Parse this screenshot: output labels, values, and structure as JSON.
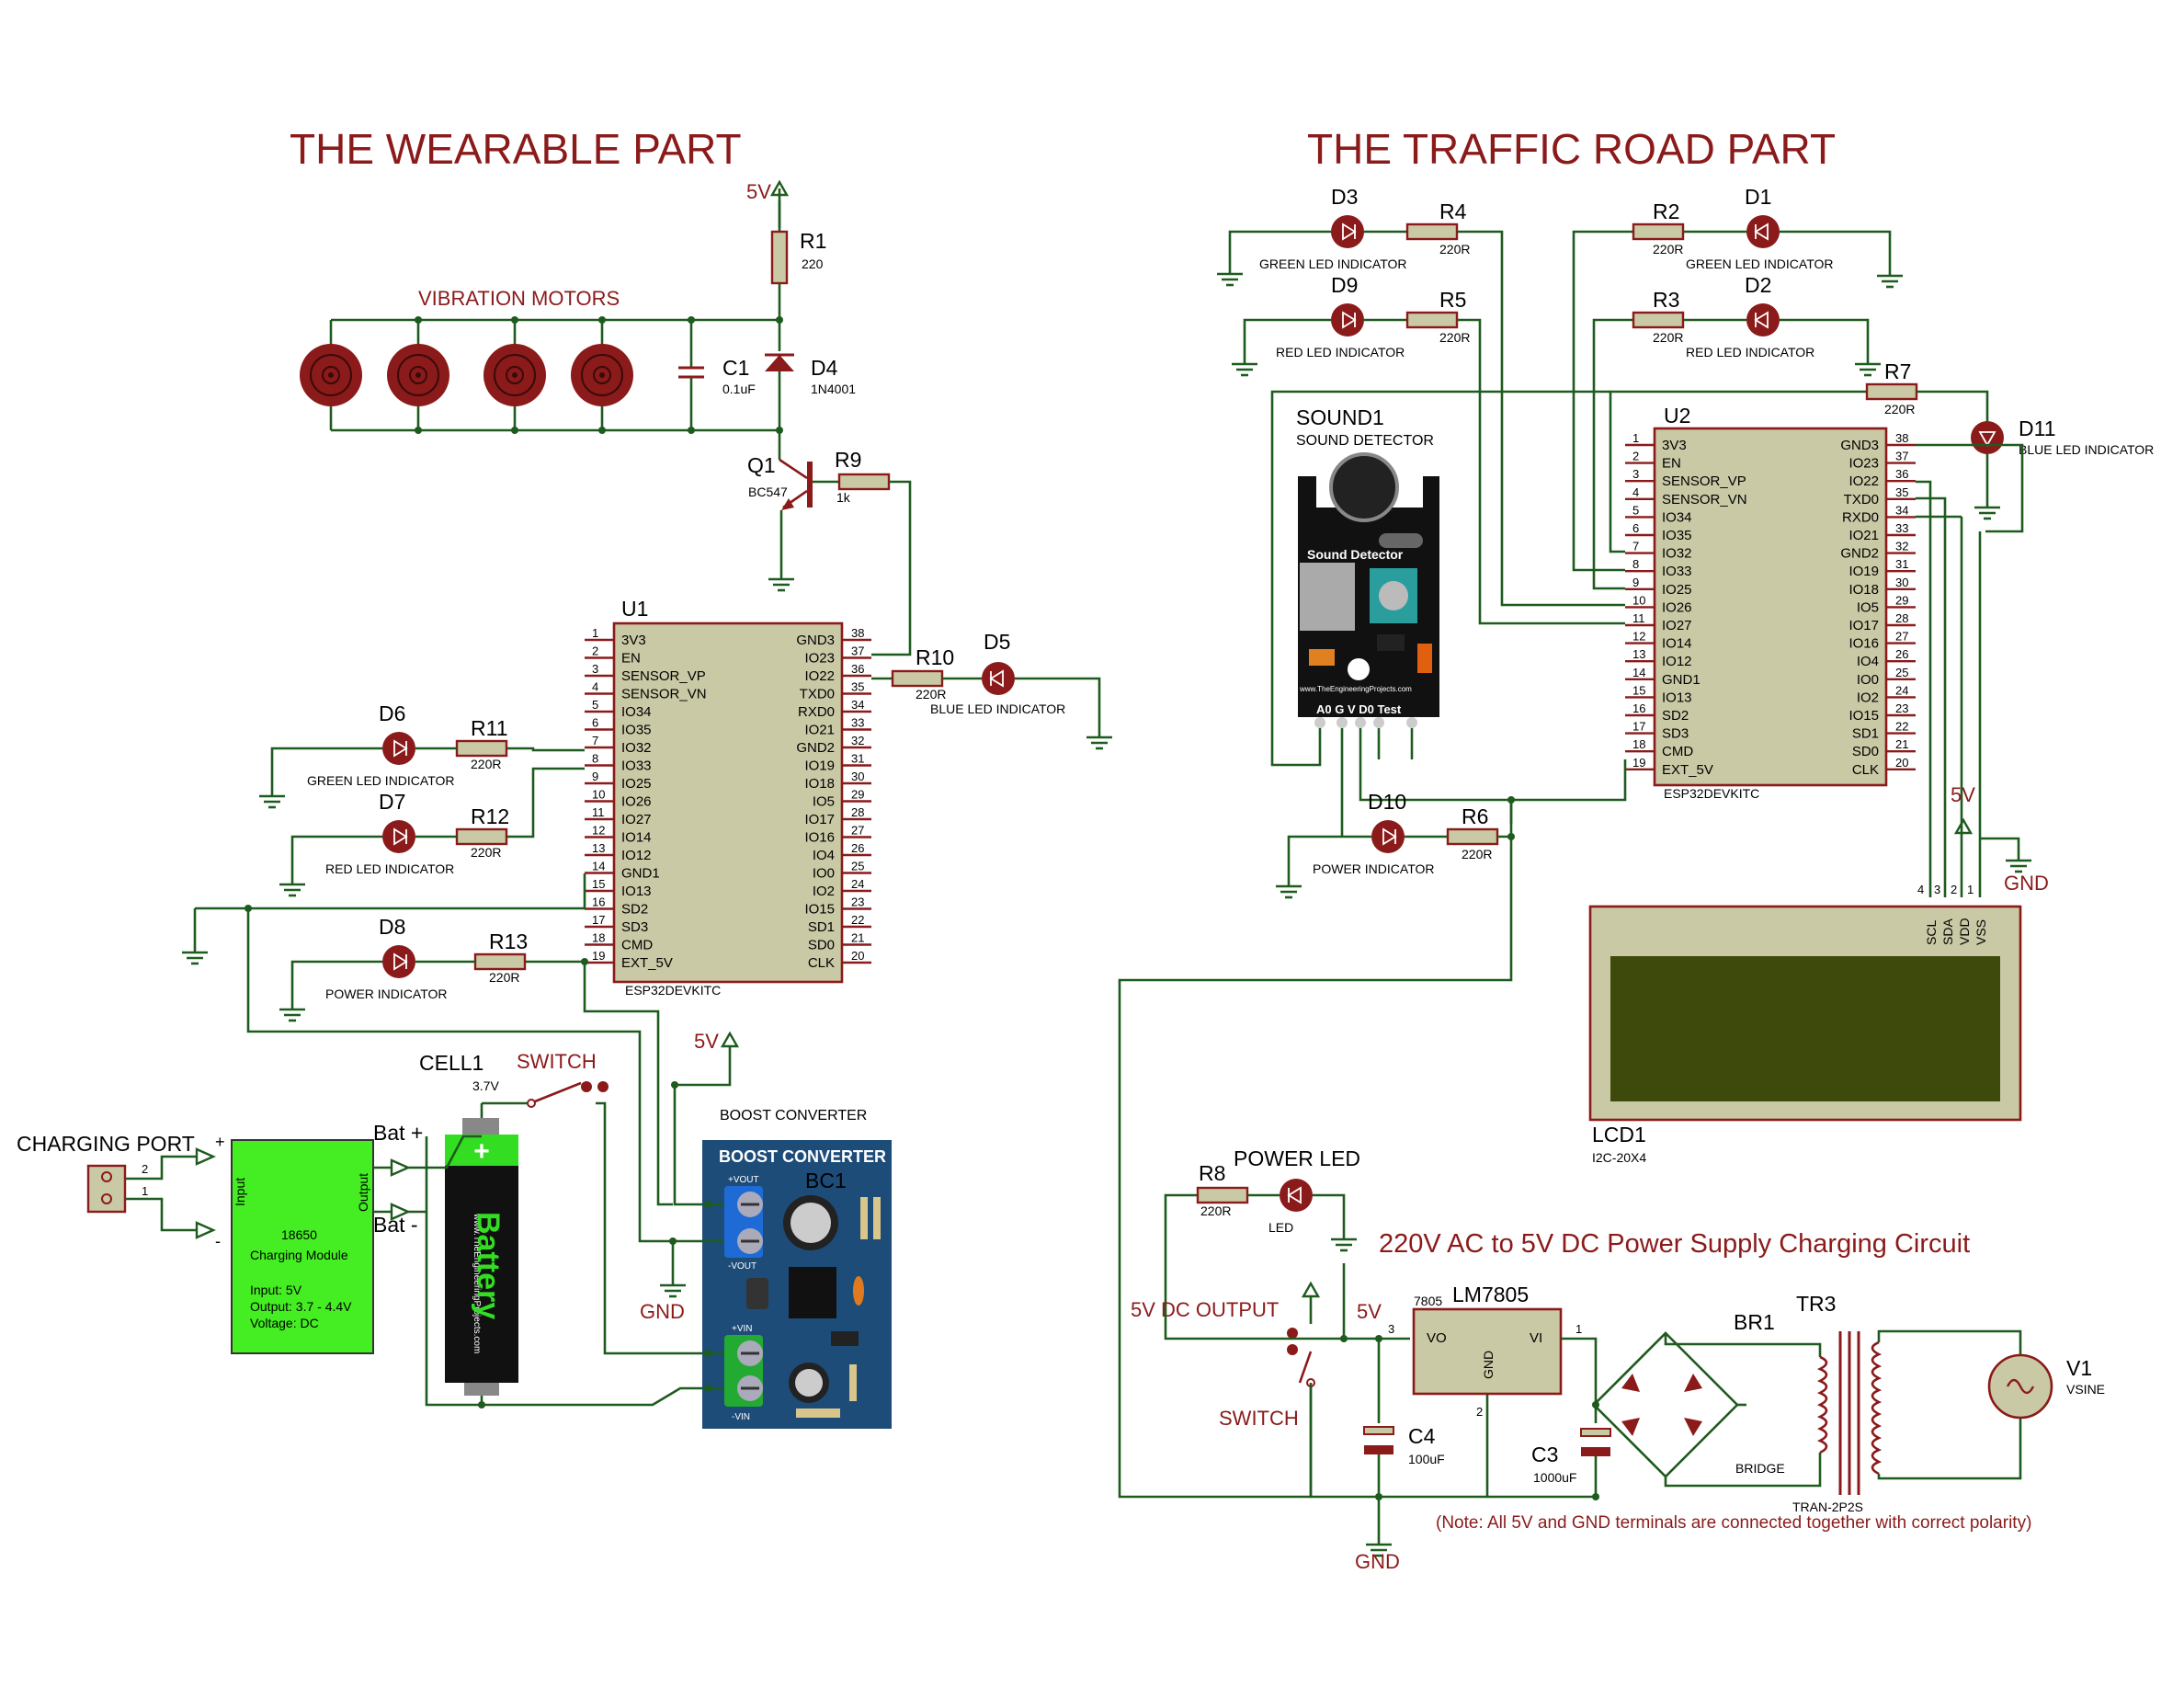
{
  "titles": {
    "wearable": "THE WEARABLE PART",
    "traffic": "THE TRAFFIC ROAD PART",
    "power_supply": "220V AC to 5V DC Power Supply Charging Circuit",
    "note": "(Note: All 5V and GND terminals are connected together with correct polarity)",
    "vibration_motors": "VIBRATION MOTORS",
    "five_dc_output": "5V DC OUTPUT",
    "power_led": "POWER LED"
  },
  "esp32": {
    "part": "ESP32DEVKITC",
    "left_pins": [
      "3V3",
      "EN",
      "SENSOR_VP",
      "SENSOR_VN",
      "IO34",
      "IO35",
      "IO32",
      "IO33",
      "IO25",
      "IO26",
      "IO27",
      "IO14",
      "IO12",
      "GND1",
      "IO13",
      "SD2",
      "SD3",
      "CMD",
      "EXT_5V"
    ],
    "right_pins": [
      "GND3",
      "IO23",
      "IO22",
      "TXD0",
      "RXD0",
      "IO21",
      "GND2",
      "IO19",
      "IO18",
      "IO5",
      "IO17",
      "IO16",
      "IO4",
      "IO0",
      "IO2",
      "IO15",
      "SD1",
      "SD0",
      "CLK"
    ],
    "left_nums": [
      "1",
      "2",
      "3",
      "4",
      "5",
      "6",
      "7",
      "8",
      "9",
      "10",
      "11",
      "12",
      "13",
      "14",
      "15",
      "16",
      "17",
      "18",
      "19"
    ],
    "right_nums": [
      "38",
      "37",
      "36",
      "35",
      "34",
      "33",
      "32",
      "31",
      "30",
      "29",
      "28",
      "27",
      "26",
      "25",
      "24",
      "23",
      "22",
      "21",
      "20"
    ]
  },
  "u1": {
    "ref": "U1"
  },
  "u2": {
    "ref": "U2"
  },
  "wearable": {
    "v5_top": "5V",
    "r1": {
      "ref": "R1",
      "val": "220"
    },
    "c1": {
      "ref": "C1",
      "val": "0.1uF"
    },
    "d4": {
      "ref": "D4",
      "val": "1N4001"
    },
    "q1": {
      "ref": "Q1",
      "val": "BC547"
    },
    "r9": {
      "ref": "R9",
      "val": "1k"
    },
    "r10": {
      "ref": "R10",
      "val": "220R"
    },
    "d5": {
      "ref": "D5",
      "val": "BLUE LED INDICATOR"
    },
    "d6": {
      "ref": "D6",
      "val": "GREEN LED INDICATOR"
    },
    "r11": {
      "ref": "R11",
      "val": "220R"
    },
    "d7": {
      "ref": "D7",
      "val": "RED LED INDICATOR"
    },
    "r12": {
      "ref": "R12",
      "val": "220R"
    },
    "d8": {
      "ref": "D8",
      "val": "POWER INDICATOR"
    },
    "r13": {
      "ref": "R13",
      "val": "220R"
    },
    "v5_mid": "5V",
    "cell": {
      "ref": "CELL1",
      "val": "3.7V"
    },
    "switch": "SWITCH",
    "boost_label": "BOOST  CONVERTER",
    "boost_board": "BOOST CONVERTER",
    "bc1": "BC1",
    "vout_p": "+VOUT",
    "vout_n": "-VOUT",
    "vin_p": "+VIN",
    "vin_n": "-VIN",
    "gnd": "GND",
    "charging_port": "CHARGING PORT",
    "port_pins": [
      "2",
      "1"
    ],
    "module": {
      "input": "Input",
      "output": "Output",
      "l1": "18650",
      "l2": "Charging Module",
      "l3": "Input:   5V",
      "l4": "Output:  3.7 - 4.4V",
      "l5": "Voltage:    DC"
    },
    "bat_p": "Bat +",
    "bat_n": "Bat -",
    "battery": "Battery",
    "battery_site": "www.TheEngineeringProjects.com"
  },
  "traffic": {
    "d3": {
      "ref": "D3",
      "val": "GREEN LED INDICATOR"
    },
    "r4": {
      "ref": "R4",
      "val": "220R"
    },
    "d9": {
      "ref": "D9",
      "val": "RED LED INDICATOR"
    },
    "r5": {
      "ref": "R5",
      "val": "220R"
    },
    "r2": {
      "ref": "R2",
      "val": "220R"
    },
    "d1": {
      "ref": "D1",
      "val": "GREEN LED INDICATOR"
    },
    "r3": {
      "ref": "R3",
      "val": "220R"
    },
    "d2": {
      "ref": "D2",
      "val": "RED LED INDICATOR"
    },
    "r7": {
      "ref": "R7",
      "val": "220R"
    },
    "d11": {
      "ref": "D11",
      "val": "BLUE LED INDICATOR"
    },
    "sound": {
      "ref": "SOUND1",
      "val": "SOUND DETECTOR",
      "title": "Sound Detector",
      "site": "www.TheEngineeringProjects.com",
      "pins": "A0  G   V  D0    Test"
    },
    "d10": {
      "ref": "D10",
      "val": "POWER INDICATOR"
    },
    "r6": {
      "ref": "R6",
      "val": "220R"
    },
    "v5": "5V",
    "gnd": "GND",
    "lcd": {
      "ref": "LCD1",
      "val": "I2C-20X4",
      "pins": [
        "SCL",
        "SDA",
        "VDD",
        "VSS"
      ],
      "nums": [
        "4",
        "3",
        "2",
        "1"
      ]
    }
  },
  "supply": {
    "r8": {
      "ref": "R8",
      "val": "220R"
    },
    "led": "LED",
    "v5": "5V",
    "switch": "SWITCH",
    "lm": {
      "ref": "LM7805",
      "pre": "7805",
      "vo": "VO",
      "vi": "VI",
      "gnd": "GND",
      "p3": "3",
      "p1": "1",
      "p2": "2"
    },
    "c4": {
      "ref": "C4",
      "val": "100uF"
    },
    "c3": {
      "ref": "C3",
      "val": "1000uF"
    },
    "br1": {
      "ref": "BR1",
      "val": "BRIDGE"
    },
    "tr3": {
      "ref": "TR3",
      "val": "TRAN-2P2S"
    },
    "v1": {
      "ref": "V1",
      "val": "VSINE"
    },
    "gnd": "GND"
  },
  "colors": {
    "wire": "#1e5b1e",
    "part": "#8b1a1a",
    "chip": "#c9c9a6",
    "module": "#44ee22",
    "board": "#1d4c78",
    "lcd_screen": "#3d4a0c"
  }
}
